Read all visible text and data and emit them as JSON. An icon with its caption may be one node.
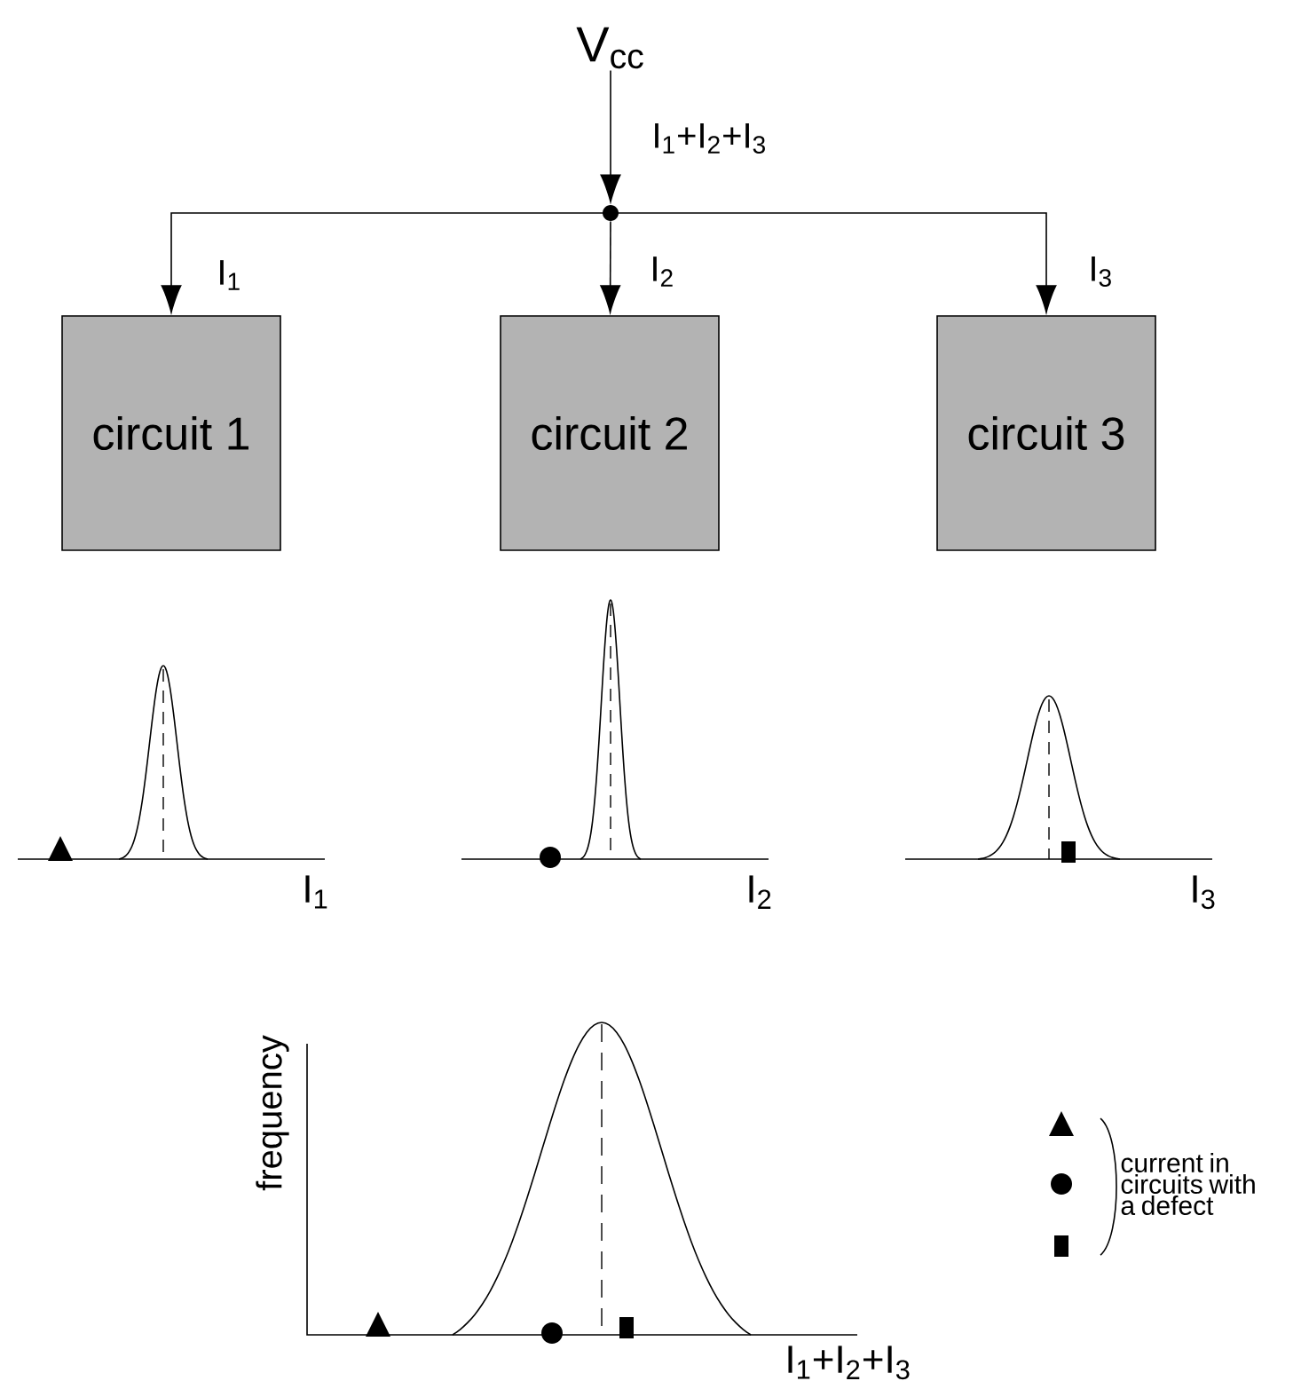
{
  "diagram": {
    "nodes": [
      {
        "text": [
          "V$_{cc}$"
        ]
      },
      {
        "text": [],
        "shape": "circle"
      },
      {
        "text": [
          "circuit 1"
        ]
      },
      {
        "text": [
          "circuit 2"
        ]
      },
      {
        "text": [
          "circuit 3"
        ]
      }
    ],
    "edges": [
      {
        "from": 0,
        "to": 1,
        "arrow": "to",
        "label": "I$_{1}$+I$_{2}$+I$_{3}$"
      },
      {
        "from": 1,
        "to": 2,
        "arrow": "to",
        "label": "I$_{1}$"
      },
      {
        "from": 1,
        "to": 3,
        "arrow": "to",
        "label": "I$_{2}$"
      },
      {
        "from": 1,
        "to": 4,
        "arrow": "to",
        "label": "I$_{3}$"
      }
    ],
    "labels": [
      "I$_{1}$",
      "I$_{2}$",
      "I$_{3}$",
      "frequency",
      "I$_{1}$+I$_{2}$+I$_{3}$"
    ],
    "legend": [
      {
        "text": "current in circuits with a defect"
      }
    ]
  }
}
